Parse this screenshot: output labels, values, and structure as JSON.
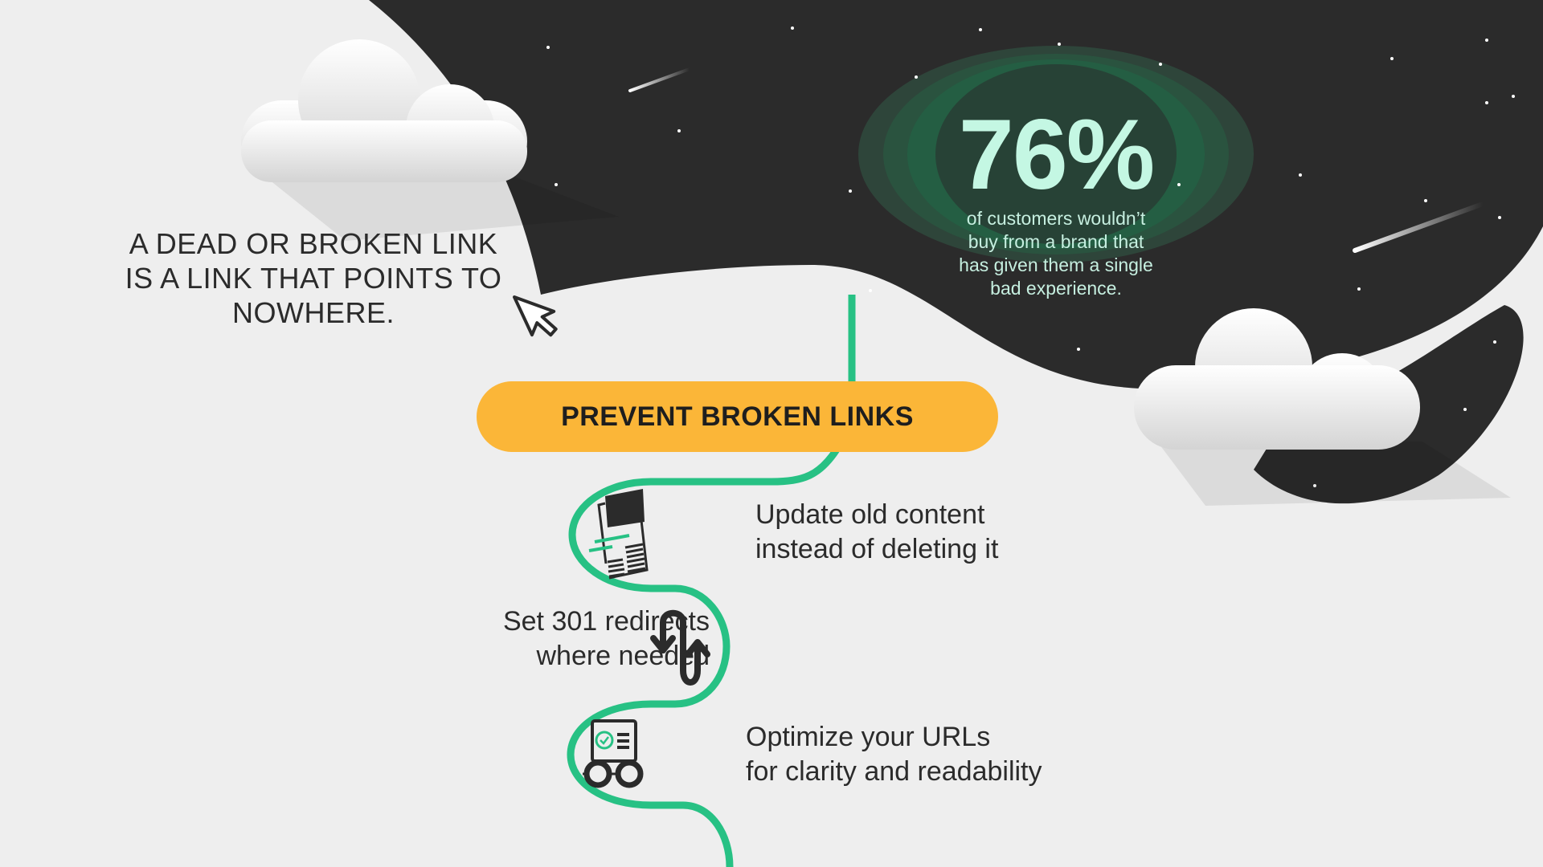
{
  "intro": {
    "lines": [
      "A DEAD OR BROKEN LINK",
      "IS A LINK THAT POINTS TO",
      "NOWHERE."
    ]
  },
  "stat": {
    "value": "76%",
    "lines": [
      "of customers wouldn’t",
      "buy from a brand that",
      "has given them a single",
      "bad experience."
    ]
  },
  "banner": {
    "label": "PREVENT BROKEN LINKS"
  },
  "steps": [
    {
      "icon": "newspaper-icon",
      "lines": [
        "Update old content",
        "instead of deleting it"
      ]
    },
    {
      "icon": "redirect-arrows-icon",
      "lines": [
        "Set 301 redirects",
        "where needed"
      ]
    },
    {
      "icon": "glasses-document-icon",
      "lines": [
        "Optimize your URLs",
        "for clarity and readability"
      ]
    }
  ],
  "colors": {
    "background": "#eeeeee",
    "dark": "#2b2b2b",
    "accent_green": "#27c184",
    "banner": "#fbb638",
    "stat_text": "#c4f7e3"
  }
}
